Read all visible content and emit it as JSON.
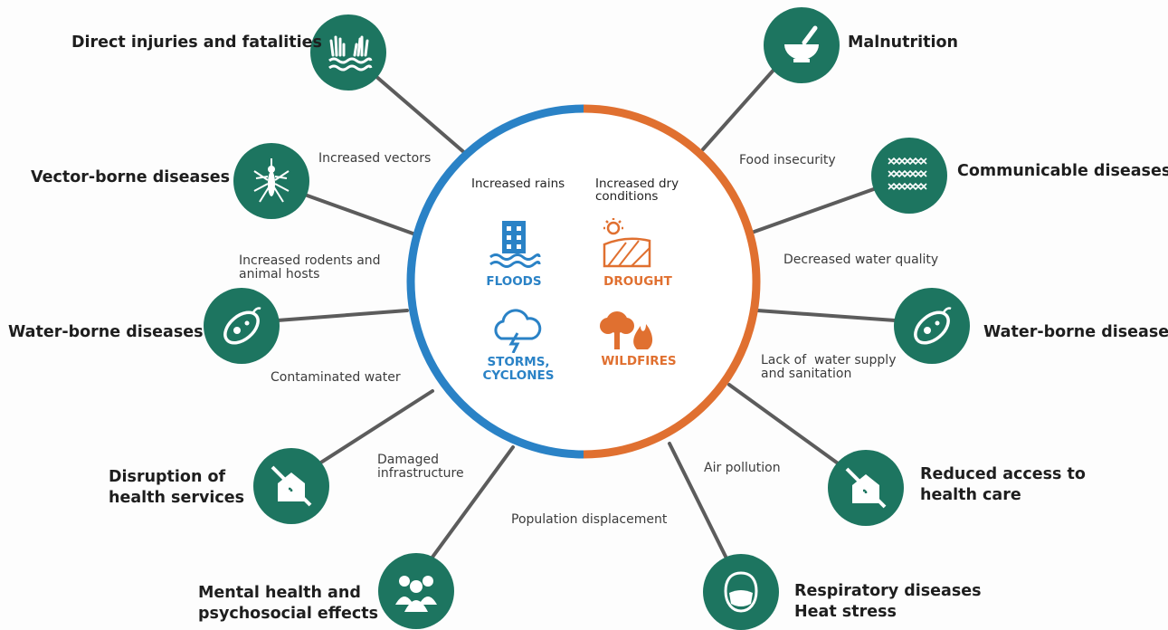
{
  "center": {
    "left_heading": "Increased rains",
    "right_heading": "Increased dry\nconditions",
    "hazards": [
      {
        "label": "FLOODS",
        "icon": "building-flood-icon"
      },
      {
        "label": "DROUGHT",
        "icon": "sun-field-icon"
      },
      {
        "label": "STORMS,\nCYCLONES",
        "icon": "storm-cloud-icon"
      },
      {
        "label": "WILDFIRES",
        "icon": "tree-fire-icon"
      }
    ],
    "colors": {
      "blue": "#2a82c6",
      "orange": "#e07030"
    }
  },
  "impacts": [
    {
      "id": "direct-injuries",
      "label": "Direct injuries and fatalities",
      "icon": "hands-in-water-icon"
    },
    {
      "id": "malnutrition",
      "label": "Malnutrition",
      "icon": "mortar-bowl-icon"
    },
    {
      "id": "vector-borne",
      "label": "Vector-borne diseases",
      "icon": "mosquito-icon"
    },
    {
      "id": "communicable",
      "label": "Communicable diseases",
      "icon": "virus-pattern-icon"
    },
    {
      "id": "water-borne-left",
      "label": "Water-borne diseases",
      "icon": "bacterium-icon"
    },
    {
      "id": "water-borne-right",
      "label": "Water-borne diseases",
      "icon": "bacterium-icon"
    },
    {
      "id": "disruption",
      "label": "Disruption of\nhealth services",
      "icon": "crossed-clinic-icon"
    },
    {
      "id": "reduced-access",
      "label": "Reduced access to\nhealth care",
      "icon": "crossed-clinic-icon"
    },
    {
      "id": "mental-health",
      "label": "Mental health and\npsychosocial effects",
      "icon": "people-group-icon"
    },
    {
      "id": "respiratory",
      "label": "Respiratory diseases\nHeat stress",
      "icon": "face-mask-icon"
    }
  ],
  "pathways": [
    "Increased vectors",
    "Food insecurity",
    "Increased rodents and\nanimal hosts",
    "Decreased water quality",
    "Contaminated water",
    "Lack of  water supply\nand sanitation",
    "Damaged\ninfrastructure",
    "Air pollution",
    "Population displacement"
  ],
  "node_color": "#1d7560"
}
